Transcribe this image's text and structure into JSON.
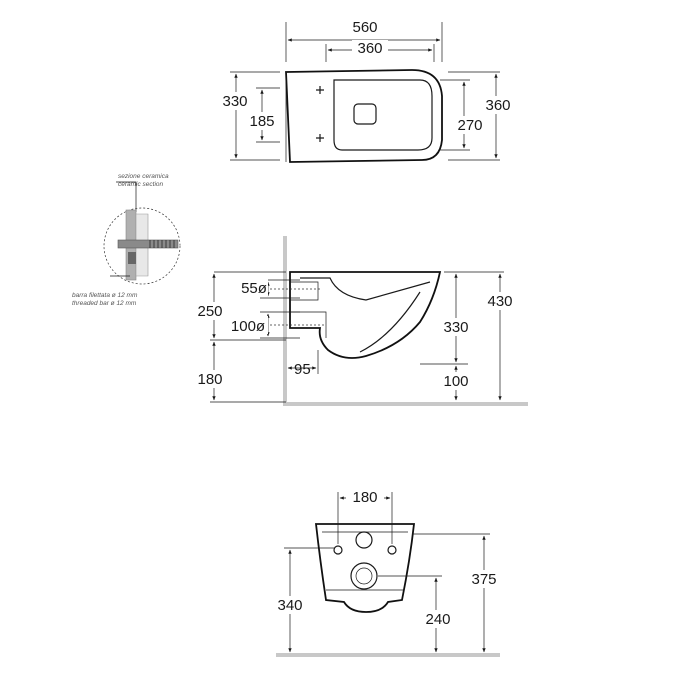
{
  "top_view": {
    "width_overall": "560",
    "width_bowl": "360",
    "depth_overall": "330",
    "depth_fixing": "185",
    "depth_right_outer": "360",
    "depth_right_inner": "270"
  },
  "section_detail": {
    "label_it": "sezione ceramica",
    "label_en": "ceramic section",
    "bar_it": "barra filettata ø 12 mm",
    "bar_en": "threaded bar ø 12 mm"
  },
  "side_view": {
    "inlet_pipe": "55ø",
    "outlet_pipe": "100ø",
    "inlet_height": "250",
    "floor_height": "180",
    "wall_offset": "95",
    "overall_height": "430",
    "bowl_height": "330",
    "bottom_offset": "100"
  },
  "rear_view": {
    "fixing_spacing": "180",
    "left_height": "340",
    "overall_height": "375",
    "outlet_height": "240"
  }
}
